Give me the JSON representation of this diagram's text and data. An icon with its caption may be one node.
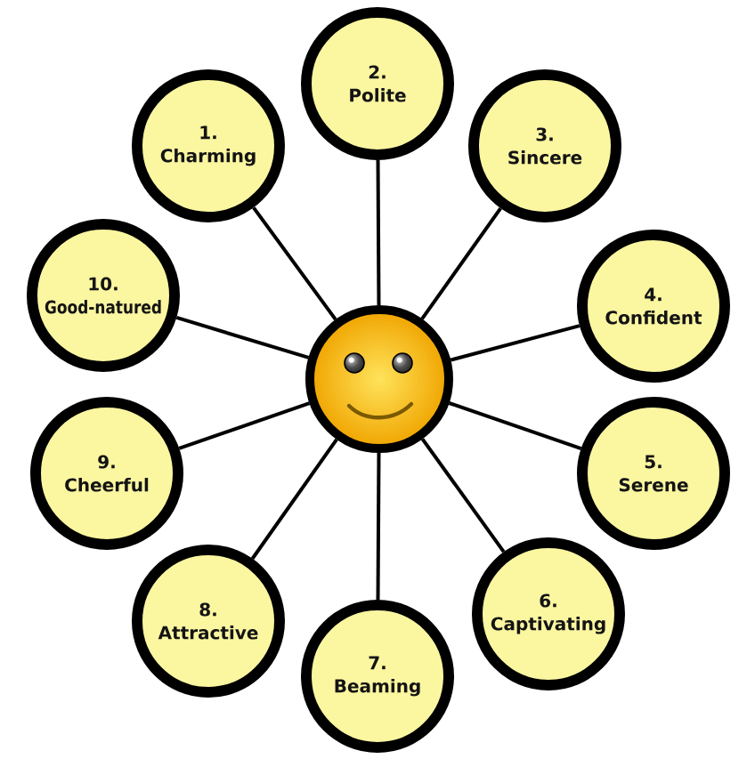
{
  "diagram": {
    "nodes": [
      {
        "text": [],
        "shape": "picture"
      },
      {
        "text": [
          "1.",
          "Charming"
        ]
      },
      {
        "text": [
          "2.",
          "Polite"
        ]
      },
      {
        "text": [
          "3.",
          "Sincere"
        ]
      },
      {
        "text": [
          "4.",
          "Confident"
        ]
      },
      {
        "text": [
          "5.",
          "Serene"
        ]
      },
      {
        "text": [
          "6.",
          "Captivating"
        ]
      },
      {
        "text": [
          "7.",
          "Beaming"
        ]
      },
      {
        "text": [
          "8.",
          "Attractive"
        ]
      },
      {
        "text": [
          "9.",
          "Cheerful"
        ]
      },
      {
        "text": [
          "10.",
          "Good-natured"
        ]
      }
    ],
    "edges": [
      {
        "from": 0,
        "to": 1,
        "arrow": "none"
      },
      {
        "from": 0,
        "to": 2,
        "arrow": "none"
      },
      {
        "from": 0,
        "to": 3,
        "arrow": "none"
      },
      {
        "from": 0,
        "to": 4,
        "arrow": "none"
      },
      {
        "from": 0,
        "to": 5,
        "arrow": "none"
      },
      {
        "from": 0,
        "to": 6,
        "arrow": "none"
      },
      {
        "from": 0,
        "to": 7,
        "arrow": "none"
      },
      {
        "from": 0,
        "to": 8,
        "arrow": "none"
      },
      {
        "from": 0,
        "to": 9,
        "arrow": "none"
      },
      {
        "from": 0,
        "to": 10,
        "arrow": "none"
      }
    ]
  }
}
